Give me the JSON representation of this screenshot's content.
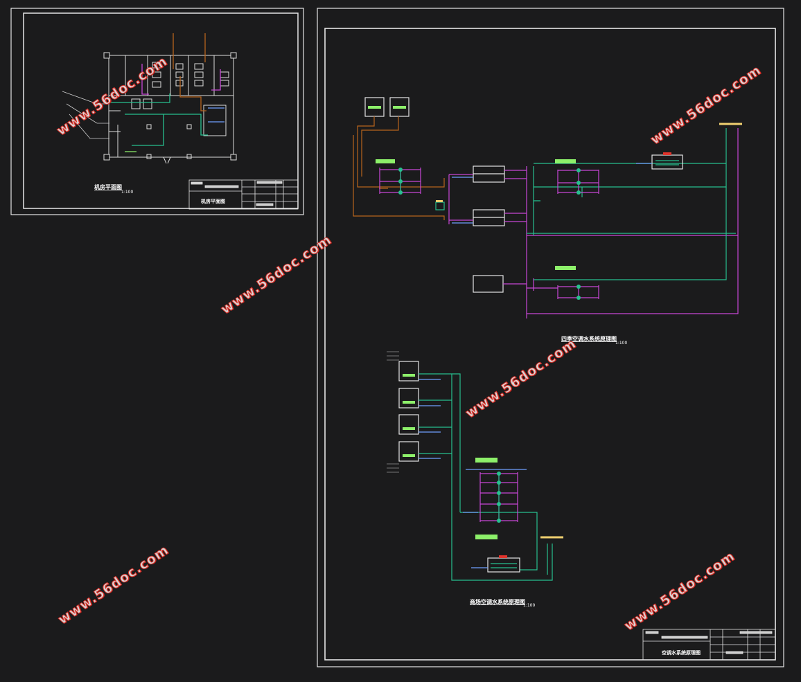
{
  "watermark": {
    "text": "www.56doc.com",
    "color": "#e0342c"
  },
  "sheet_left": {
    "plan_title": "机房平面图",
    "plan_scale": "1:100",
    "titleblock_name": "机房平面图"
  },
  "sheet_right": {
    "diagram1_title": "四季空调水系统原理图",
    "diagram1_scale": "1:100",
    "diagram2_title": "商场空调水系统原理图",
    "diagram2_scale": "1:100",
    "titleblock_name": "空调水系统原理图"
  },
  "colors": {
    "background": "#1b1b1c",
    "frame": "#e6e6e6",
    "supply_water": "#27c08f",
    "return_water": "#c847d6",
    "condensate": "#b8651d",
    "valves": "#6fa0ff",
    "equipment_label": "#8df06a",
    "accent_yellow": "#f0d070",
    "accent_red": "#e0342c"
  }
}
